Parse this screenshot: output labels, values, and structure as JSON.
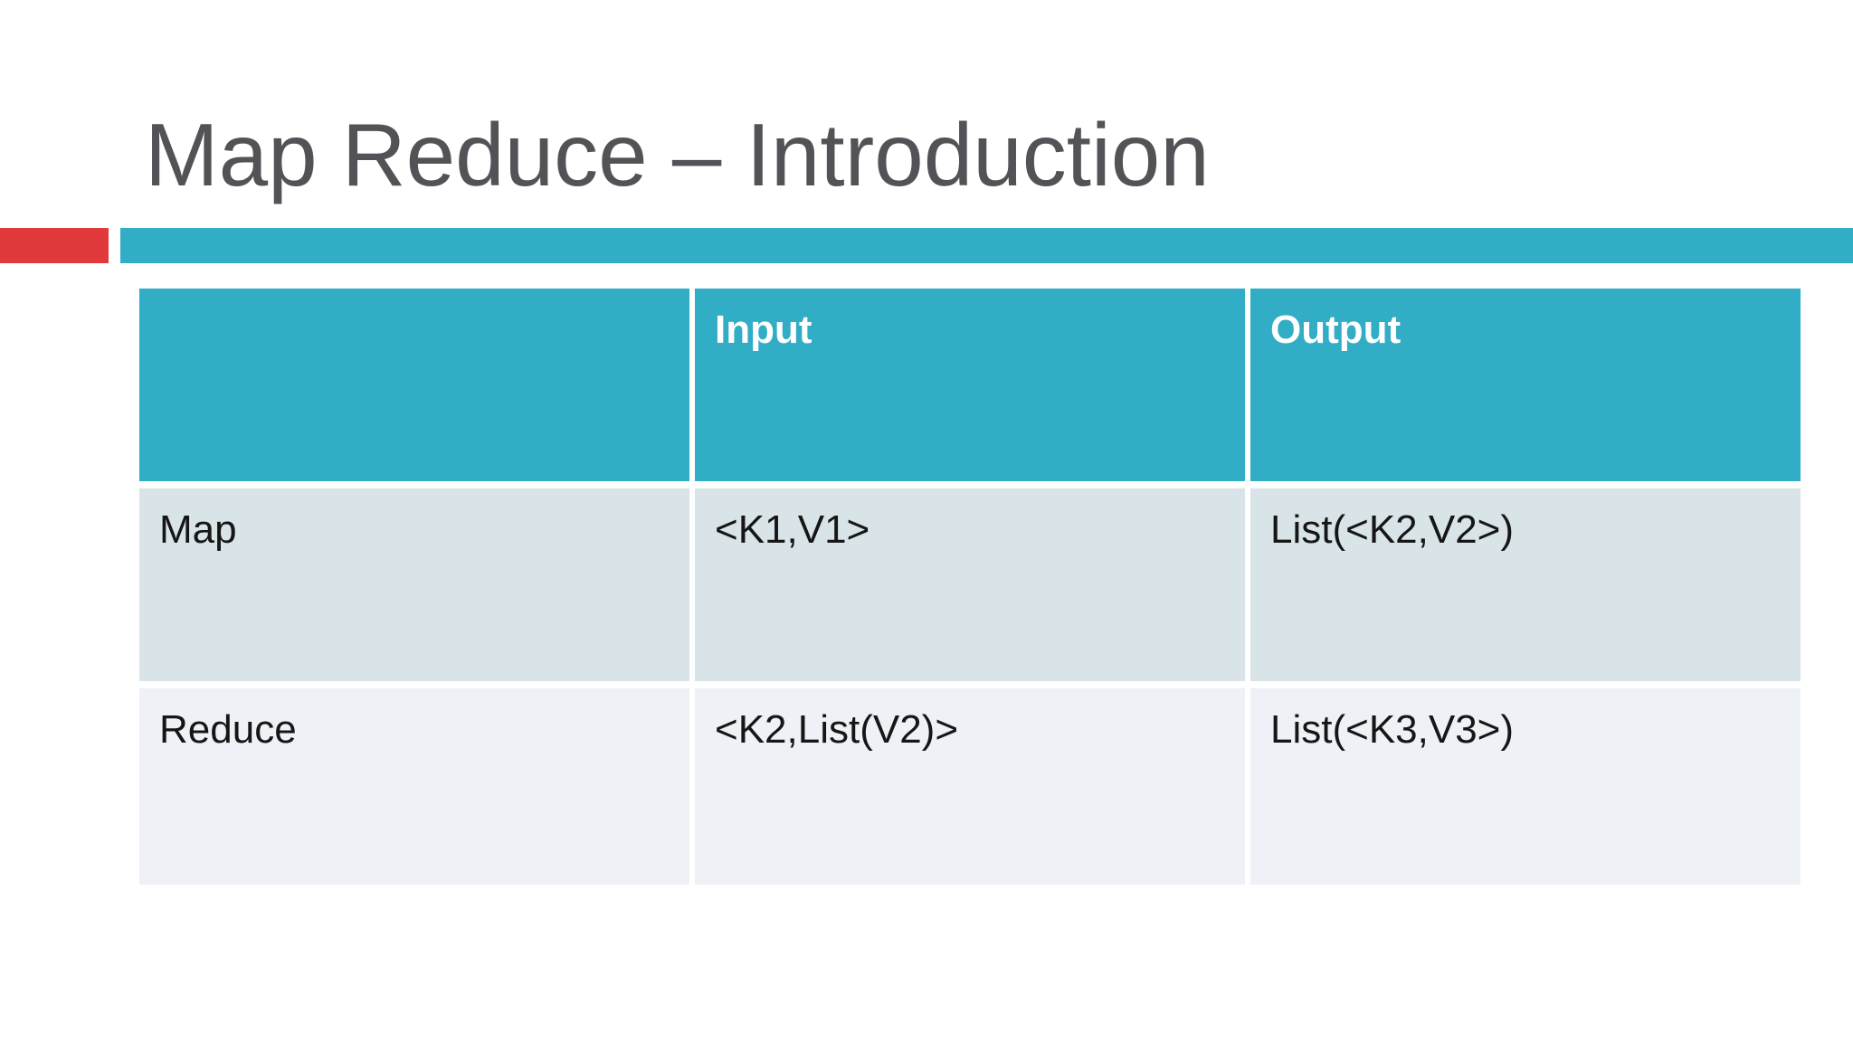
{
  "slide": {
    "title": "Map Reduce – Introduction"
  },
  "colors": {
    "title_text": "#525356",
    "accent_red": "#e03a3c",
    "accent_teal": "#31adc6",
    "table_header_bg": "#31adc6",
    "table_header_text": "#ffffff",
    "table_row_odd_bg": "#d8e4e8",
    "table_row_even_bg": "#eef1f5",
    "table_body_text": "#161616",
    "slide_bg": "#ffffff"
  },
  "table": {
    "header": [
      "",
      "Input",
      "Output"
    ],
    "rows": [
      [
        "Map",
        "<K1,V1>",
        "List(<K2,V2>)"
      ],
      [
        "Reduce",
        "<K2,List(V2)>",
        "List(<K3,V3>)"
      ]
    ]
  }
}
